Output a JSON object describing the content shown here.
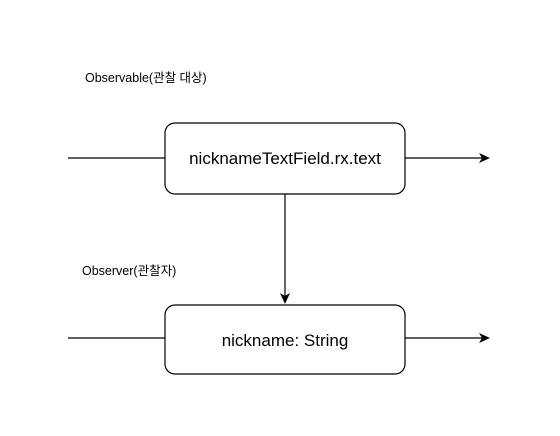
{
  "labels": {
    "observable": "Observable(관찰 대상)",
    "observer": "Observer(관찰자)"
  },
  "nodes": {
    "source": "nicknameTextField.rx.text",
    "target": "nickname: String"
  },
  "colors": {
    "stroke": "#000000",
    "background": "#ffffff"
  }
}
